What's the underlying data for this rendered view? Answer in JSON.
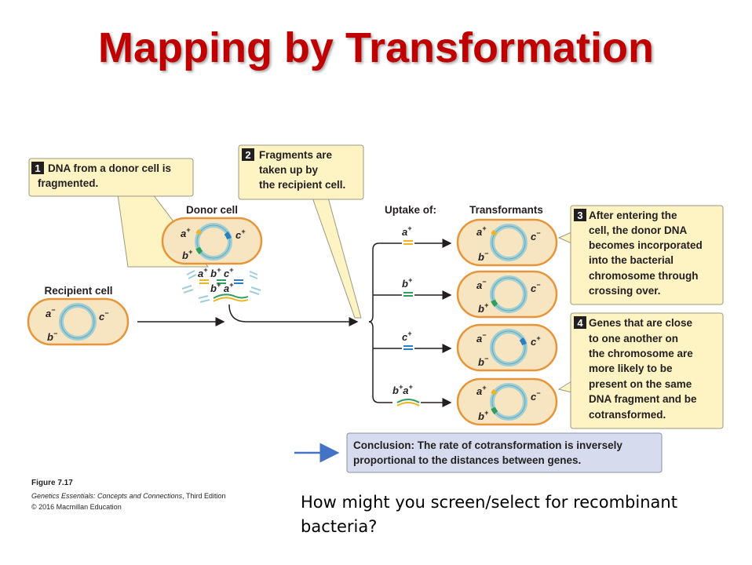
{
  "slide": {
    "title": "Mapping by Transformation",
    "question": "How might you screen/select for recombinant bacteria?"
  },
  "figure": {
    "steps": [
      {
        "num": "1",
        "lines": [
          "DNA from a donor cell is",
          "fragmented."
        ]
      },
      {
        "num": "2",
        "lines": [
          "Fragments are",
          "taken up by",
          "the recipient cell."
        ]
      },
      {
        "num": "3",
        "lines": [
          "After entering the",
          "cell, the donor DNA",
          "becomes incorporated",
          "into the bacterial",
          "chromosome through",
          "crossing over."
        ]
      },
      {
        "num": "4",
        "lines": [
          "Genes that are close",
          "to one another on",
          "the chromosome are",
          "more likely to be",
          "present on the same",
          "DNA fragment and be",
          "cotransformed."
        ]
      }
    ],
    "labels": {
      "donor_cell": "Donor cell",
      "recipient_cell": "Recipient cell",
      "uptake_of": "Uptake of:",
      "transformants": "Transformants"
    },
    "conclusion": {
      "bold": "Conclusion:",
      "line1": "The rate of cotransformation is inversely",
      "line2": "proportional to the distances between genes."
    },
    "caption": {
      "figure_no": "Figure 7.17",
      "book": "Genetics Essentials: Concepts and Connections",
      "edition": ", Third Edition",
      "copyright": "© 2016 Macmillan Education"
    },
    "gene_letters": {
      "a": "a",
      "b": "b",
      "c": "c",
      "plus": "+",
      "minus": "−"
    },
    "colors": {
      "title_red": "#c00000",
      "callout_fill": "#fdf3c3",
      "cell_fill": "#f7e4c0",
      "cell_border": "#e6953a",
      "conclusion_fill": "#d6dcee",
      "gene_a": "#f0b323",
      "gene_b": "#2f9e5b",
      "gene_c": "#2a7fc1",
      "arrow_blue": "#4472c4"
    }
  }
}
